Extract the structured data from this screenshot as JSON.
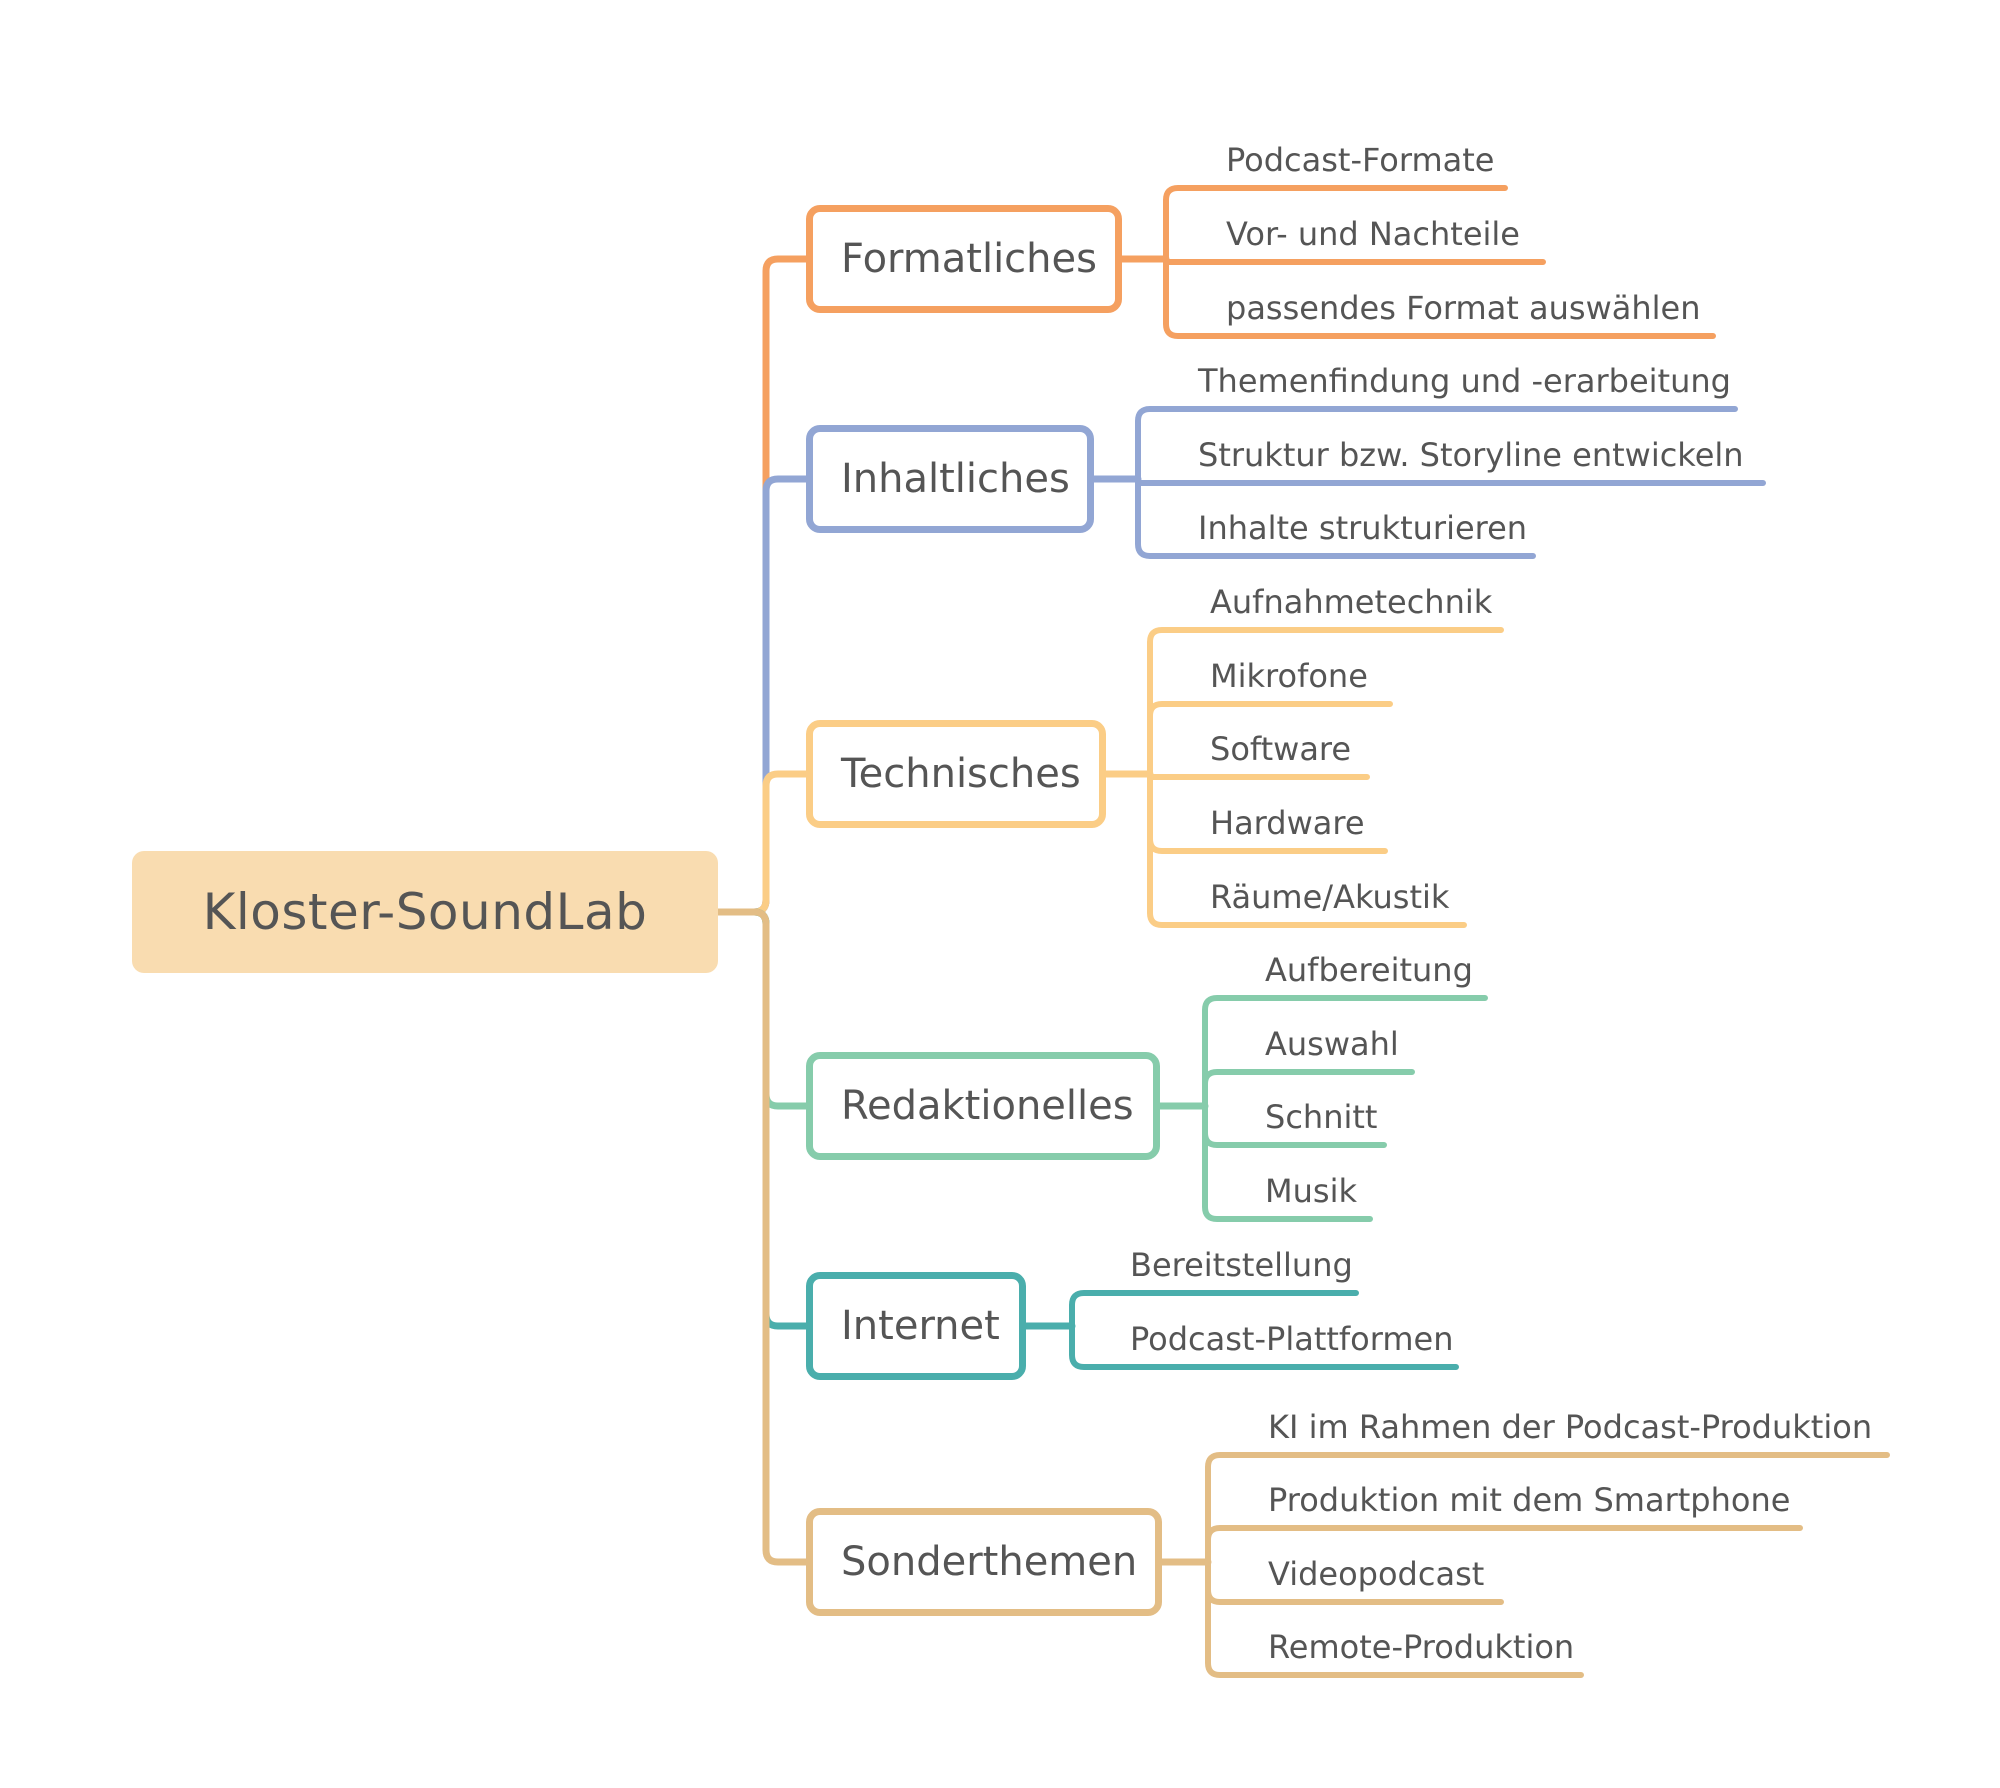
{
  "root": {
    "label": "Kloster-SoundLab",
    "color": "#f9dcb0"
  },
  "branches": [
    {
      "id": "formatliches",
      "label": "Formatliches",
      "color": "#f5a060",
      "leaves": [
        "Podcast-Formate",
        "Vor- und Nachteile",
        "passendes Format auswählen"
      ]
    },
    {
      "id": "inhaltliches",
      "label": "Inhaltliches",
      "color": "#92a6d4",
      "leaves": [
        "Themenfindung und -erarbeitung",
        "Struktur bzw. Storyline entwickeln",
        "Inhalte strukturieren"
      ]
    },
    {
      "id": "technisches",
      "label": "Technisches",
      "color": "#fbcd86",
      "leaves": [
        "Aufnahmetechnik",
        "Mikrofone",
        "Software",
        "Hardware",
        "Räume/Akustik"
      ]
    },
    {
      "id": "redaktionelles",
      "label": "Redaktionelles",
      "color": "#86ccab",
      "leaves": [
        "Aufbereitung",
        "Auswahl",
        "Schnitt",
        "Musik"
      ]
    },
    {
      "id": "internet",
      "label": "Internet",
      "color": "#4aaeac",
      "leaves": [
        "Bereitstellung",
        "Podcast-Plattformen"
      ]
    },
    {
      "id": "sonderthemen",
      "label": "Sonderthemen",
      "color": "#e3bd85",
      "leaves": [
        "KI im Rahmen der Podcast-Produktion",
        "Produktion mit dem Smartphone",
        "Videopodcast",
        "Remote-Produktion"
      ]
    }
  ]
}
